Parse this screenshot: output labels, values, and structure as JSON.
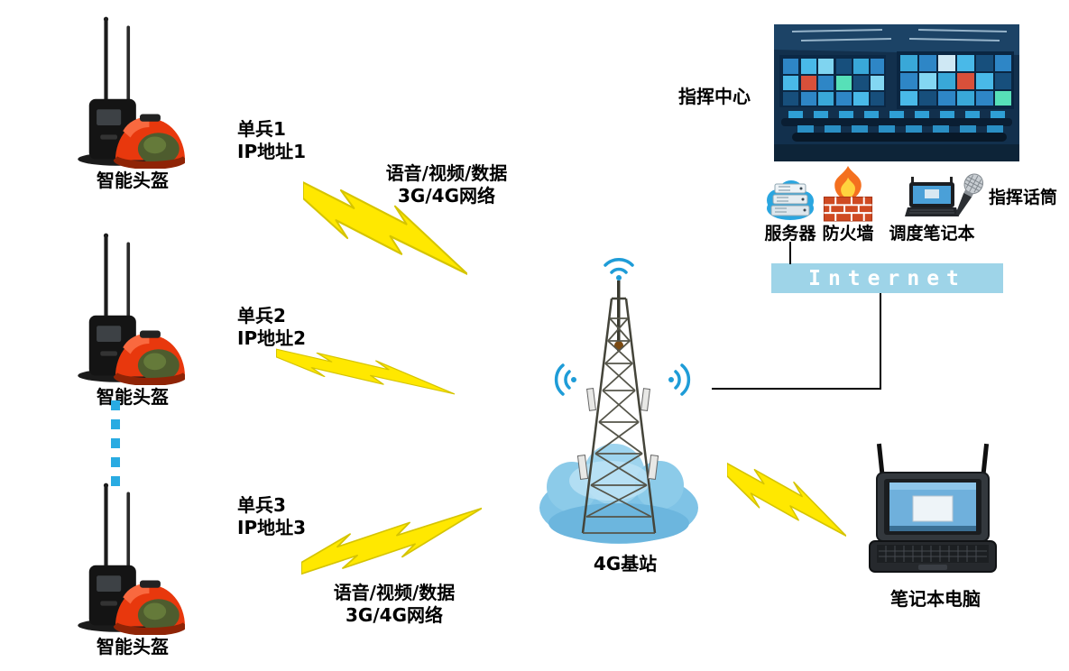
{
  "soldiers": [
    {
      "name": "单兵1",
      "ip": "IP地址1",
      "helmet_label": "智能头盔"
    },
    {
      "name": "单兵2",
      "ip": "IP地址2",
      "helmet_label": "智能头盔"
    },
    {
      "name": "单兵3",
      "ip": "IP地址3",
      "helmet_label": "智能头盔"
    }
  ],
  "links": {
    "top": {
      "line1": "语音/视频/数据",
      "line2": "3G/4G网络"
    },
    "bottom": {
      "line1": "语音/视频/数据",
      "line2": "3G/4G网络"
    }
  },
  "base_station": {
    "label": "4G基站"
  },
  "command_center": {
    "label": "指挥中心"
  },
  "devices": {
    "server": "服务器",
    "firewall": "防火墙",
    "dispatch_laptop": "调度笔记本",
    "command_mic": "指挥话筒"
  },
  "internet": {
    "label": "Internet"
  },
  "laptop": {
    "label": "笔记本电脑"
  },
  "icons": {
    "smart_helmet": "helmet-with-radio",
    "lightning": "zigzag-bolt",
    "base_station": "lattice-tower-with-cloud",
    "wifi": "signal-arcs",
    "server": "cloud-servers",
    "firewall": "brick-wall-flame",
    "dispatch_laptop": "laptop",
    "command_mic": "microphone",
    "rugged_laptop": "portable-computer",
    "command_center": "control-room-photo"
  },
  "colors": {
    "lightning": "#ffe800",
    "lightning_edge": "#d5c400",
    "internet_bar": "#9ed4e8",
    "dotted_line": "#29abe2",
    "wifi_blue": "#1e9cd7"
  }
}
